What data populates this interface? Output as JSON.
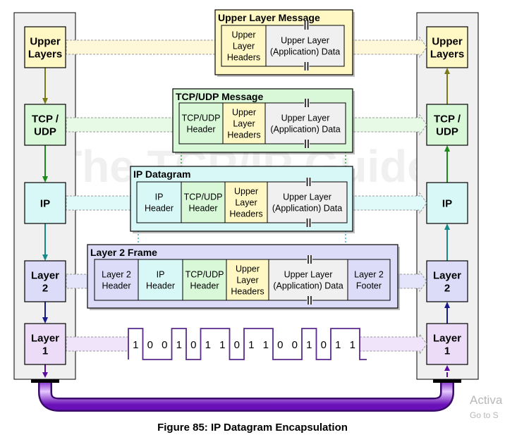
{
  "watermark": "The TCP/IP Guide",
  "caption": "Figure 85: IP Datagram Encapsulation",
  "activation": {
    "line1": "Activa",
    "line2": "Go to S"
  },
  "stack": {
    "layers": [
      {
        "id": "upper",
        "line1": "Upper",
        "line2": "Layers",
        "color": "#fff8c4"
      },
      {
        "id": "tcp",
        "line1": "TCP /",
        "line2": "UDP",
        "color": "#d8f8d8"
      },
      {
        "id": "ip",
        "line1": "IP",
        "line2": "",
        "color": "#d8f8f8"
      },
      {
        "id": "l2",
        "line1": "Layer",
        "line2": "2",
        "color": "#dcdcf8"
      },
      {
        "id": "l1",
        "line1": "Layer",
        "line2": "1",
        "color": "#ecdcf8"
      }
    ],
    "arrow_colors": [
      "#7a7a18",
      "#1a8a1a",
      "#168a8a",
      "#161a8a"
    ]
  },
  "messages": [
    {
      "title": "Upper Layer Message",
      "color": "#fff8c4",
      "border": "#888810"
    },
    {
      "title": "TCP/UDP Message",
      "color": "#d8f8d8",
      "border": "#2a8a2a"
    },
    {
      "title": "IP Datagram",
      "color": "#d8f8f8",
      "border": "#1a6a7a"
    },
    {
      "title": "Layer 2 Frame",
      "color": "#dcdcf8",
      "border": "#2a2a8a"
    }
  ],
  "fields": {
    "upper_headers": [
      "Upper",
      "Layer",
      "Headers"
    ],
    "upper_data": [
      "Upper Layer",
      "(Application) Data"
    ],
    "tcp_header": [
      "TCP/UDP",
      "Header"
    ],
    "ip_header": [
      "IP",
      "Header"
    ],
    "l2_header": [
      "Layer 2",
      "Header"
    ],
    "l2_footer": [
      "Layer 2",
      "Footer"
    ]
  },
  "bits": [
    "1",
    "0",
    "0",
    "1",
    "0",
    "1",
    "1",
    "0",
    "1",
    "1",
    "0",
    "0",
    "1",
    "0",
    "1",
    "1"
  ]
}
